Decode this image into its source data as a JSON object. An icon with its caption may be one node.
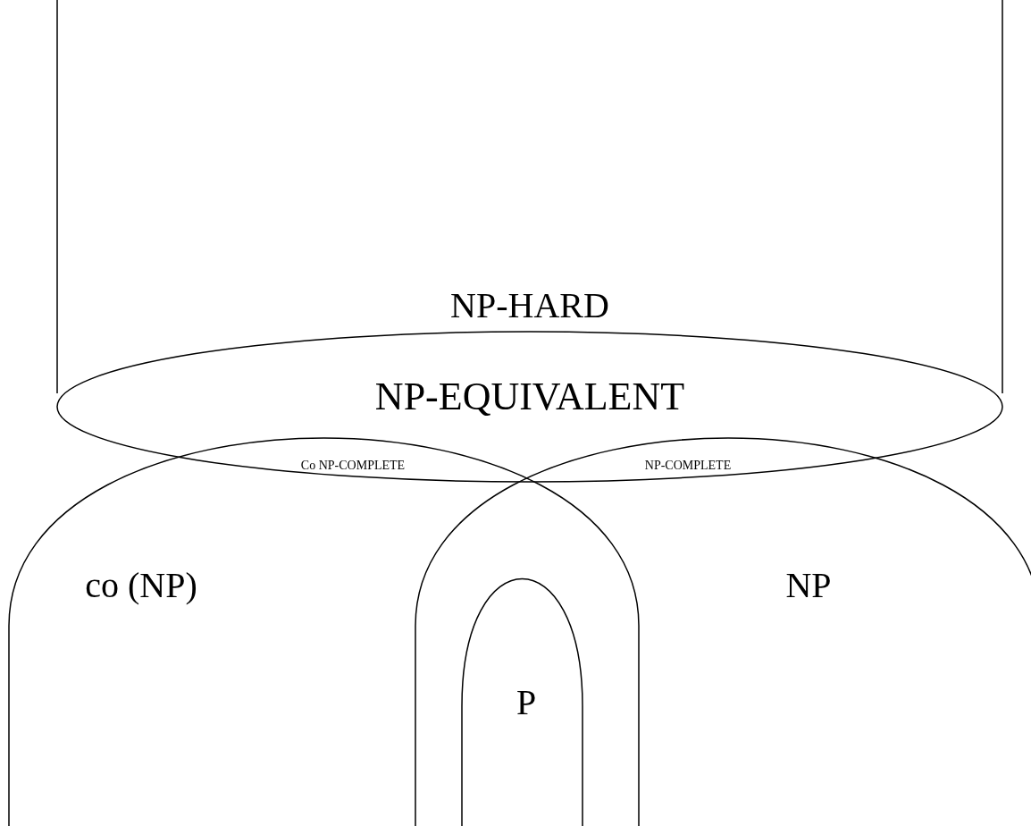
{
  "diagram": {
    "nodes": [
      {
        "text": [
          "NP-HARD"
        ]
      },
      {
        "text": [
          "NP-EQUIVALENT"
        ]
      },
      {
        "text": [
          "co (NP)"
        ]
      },
      {
        "text": [
          "NP"
        ]
      },
      {
        "text": [
          "P"
        ]
      }
    ],
    "edges": [],
    "labels": [
      "Co NP-COMPLETE",
      "NP-COMPLETE"
    ]
  }
}
